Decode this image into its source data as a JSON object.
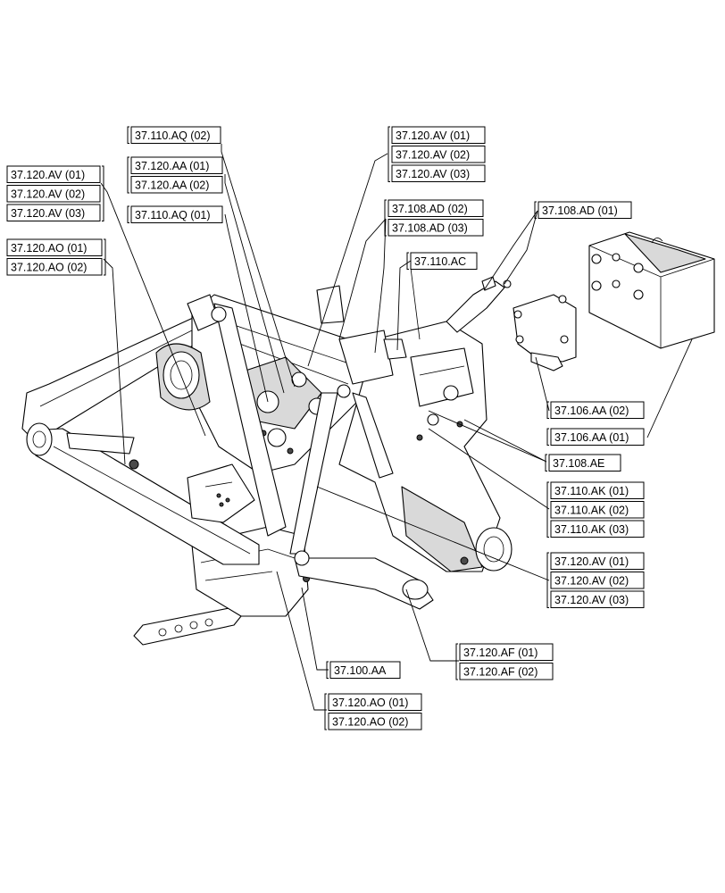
{
  "labels": {
    "g_110aq02": [
      "37.110.AQ (02)"
    ],
    "g_120aa": [
      "37.120.AA (01)",
      "37.120.AA (02)"
    ],
    "g_120av_l": [
      "37.120.AV (01)",
      "37.120.AV (02)",
      "37.120.AV (03)"
    ],
    "g_110aq01": [
      "37.110.AQ (01)"
    ],
    "g_120ao_l": [
      "37.120.AO (01)",
      "37.120.AO (02)"
    ],
    "g_120av_t": [
      "37.120.AV (01)",
      "37.120.AV (02)",
      "37.120.AV (03)"
    ],
    "g_108ad02": [
      "37.108.AD (02)",
      "37.108.AD (03)"
    ],
    "g_110ac": [
      "37.110.AC"
    ],
    "g_108ad01": [
      "37.108.AD (01)"
    ],
    "g_106aa02": [
      "37.106.AA (02)"
    ],
    "g_106aa01": [
      "37.106.AA (01)"
    ],
    "g_108ae": [
      "37.108.AE"
    ],
    "g_110ak": [
      "37.110.AK (01)",
      "37.110.AK (02)",
      "37.110.AK (03)"
    ],
    "g_120av_r": [
      "37.120.AV (01)",
      "37.120.AV (02)",
      "37.120.AV (03)"
    ],
    "g_120af": [
      "37.120.AF (01)",
      "37.120.AF (02)"
    ],
    "g_100aa": [
      "37.100.AA"
    ],
    "g_120ao_b": [
      "37.120.AO (01)",
      "37.120.AO (02)"
    ]
  }
}
